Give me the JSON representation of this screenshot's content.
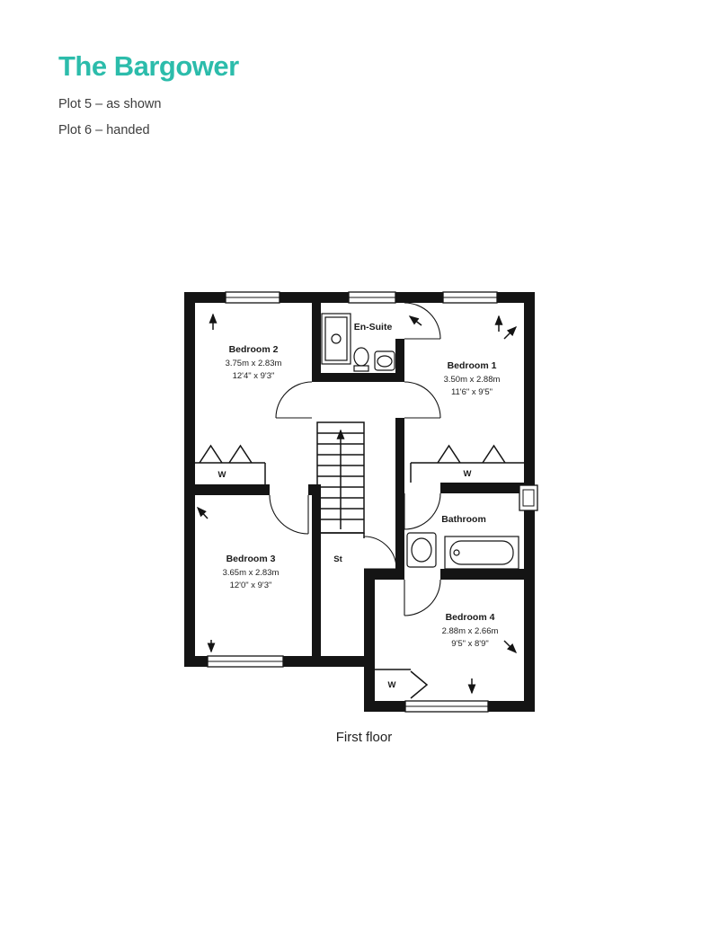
{
  "colors": {
    "accent": "#2cbcab",
    "text": "#3d3d3d",
    "wall": "#141414"
  },
  "header": {
    "title": "The Bargower",
    "plots": [
      "Plot 5 – as shown",
      "Plot 6 – handed"
    ]
  },
  "plan": {
    "caption": "First floor",
    "rooms": {
      "bedroom1": {
        "name": "Bedroom 1",
        "metric": "3.50m x 2.88m",
        "imperial": "11'6\" x 9'5\""
      },
      "bedroom2": {
        "name": "Bedroom 2",
        "metric": "3.75m x 2.83m",
        "imperial": "12'4\" x 9'3\""
      },
      "bedroom3": {
        "name": "Bedroom 3",
        "metric": "3.65m x 2.83m",
        "imperial": "12'0\" x 9'3\""
      },
      "bedroom4": {
        "name": "Bedroom 4",
        "metric": "2.88m x 2.66m",
        "imperial": "9'5\" x 8'9\""
      },
      "ensuite": {
        "name": "En-Suite"
      },
      "bathroom": {
        "name": "Bathroom"
      },
      "store": {
        "name": "St"
      },
      "wardrobe": {
        "name": "W"
      }
    }
  }
}
